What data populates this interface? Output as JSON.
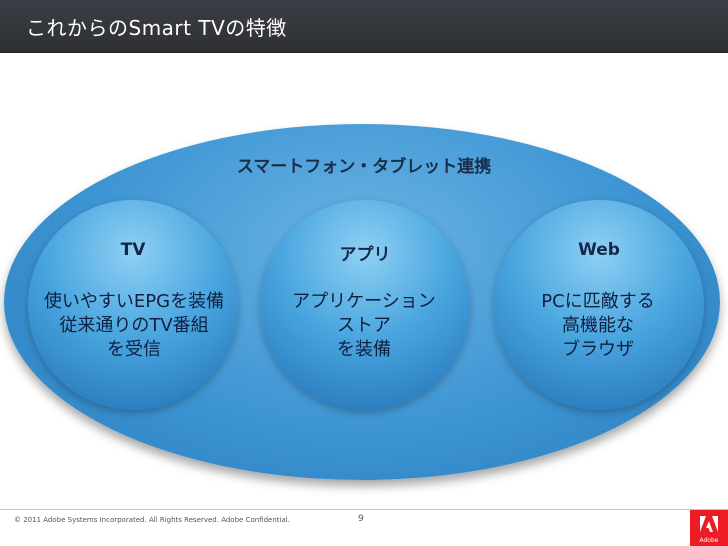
{
  "slide": {
    "title": "これからのSmart TVの特徴"
  },
  "diagram": {
    "outer_label": "スマートフォン・タブレット連携",
    "circles": [
      {
        "label": "TV",
        "lines": [
          "使いやすいEPGを装備",
          "従来通りのTV番組",
          "を受信"
        ]
      },
      {
        "label": "アプリ",
        "lines": [
          "アプリケーション",
          "ストア",
          "を装備"
        ]
      },
      {
        "label": "Web",
        "lines": [
          "PCに匹敵する",
          "高機能な",
          "ブラウザ"
        ]
      }
    ]
  },
  "footer": {
    "copyright": "© 2011 Adobe Systems Incorporated.  All Rights Reserved.  Adobe Confidential.",
    "page_number": "9",
    "logo_text": "Adobe"
  },
  "colors": {
    "brand": "#ed1c24",
    "ellipse": "#3d95d3",
    "title_bar": "#34363c"
  }
}
